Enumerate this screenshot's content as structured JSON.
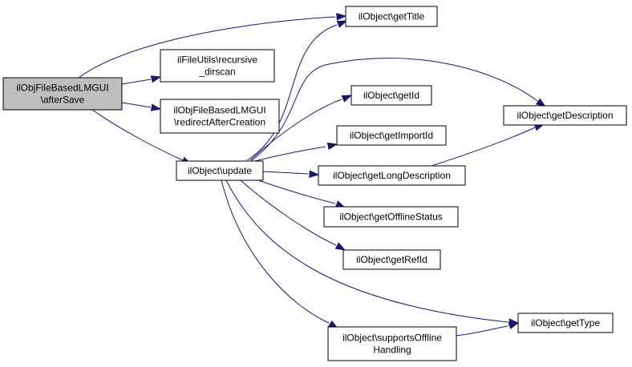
{
  "colors": {
    "node_fill": "#ffffff",
    "root_fill": "#bfbfbf",
    "edge": "#191970",
    "border": "#000000"
  },
  "nodes": [
    {
      "id": "root",
      "lines": [
        "ilObjFileBasedLMGUI",
        "\\afterSave"
      ],
      "highlighted": true
    },
    {
      "id": "recursive_dirscan",
      "lines": [
        "ilFileUtils\\recursive",
        "_dirscan"
      ]
    },
    {
      "id": "redirect",
      "lines": [
        "ilObjFileBasedLMGUI",
        "\\redirectAfterCreation"
      ]
    },
    {
      "id": "update",
      "lines": [
        "ilObject\\update"
      ]
    },
    {
      "id": "getTitle",
      "lines": [
        "ilObject\\getTitle"
      ]
    },
    {
      "id": "getId",
      "lines": [
        "ilObject\\getId"
      ]
    },
    {
      "id": "getImportId",
      "lines": [
        "ilObject\\getImportId"
      ]
    },
    {
      "id": "getLongDescription",
      "lines": [
        "ilObject\\getLongDescription"
      ]
    },
    {
      "id": "getOfflineStatus",
      "lines": [
        "ilObject\\getOfflineStatus"
      ]
    },
    {
      "id": "getRefId",
      "lines": [
        "ilObject\\getRefId"
      ]
    },
    {
      "id": "supportsOffline",
      "lines": [
        "ilObject\\supportsOffline",
        "Handling"
      ]
    },
    {
      "id": "getDescription",
      "lines": [
        "ilObject\\getDescription"
      ]
    },
    {
      "id": "getType",
      "lines": [
        "ilObject\\getType"
      ]
    }
  ],
  "edges": [
    {
      "from": "root",
      "to": "getTitle"
    },
    {
      "from": "root",
      "to": "recursive_dirscan"
    },
    {
      "from": "root",
      "to": "redirect"
    },
    {
      "from": "root",
      "to": "update"
    },
    {
      "from": "update",
      "to": "getTitle"
    },
    {
      "from": "update",
      "to": "getDescription"
    },
    {
      "from": "update",
      "to": "getId"
    },
    {
      "from": "update",
      "to": "getImportId"
    },
    {
      "from": "update",
      "to": "getLongDescription"
    },
    {
      "from": "update",
      "to": "getOfflineStatus"
    },
    {
      "from": "update",
      "to": "getRefId"
    },
    {
      "from": "update",
      "to": "getType"
    },
    {
      "from": "update",
      "to": "supportsOffline"
    },
    {
      "from": "getLongDescription",
      "to": "getDescription"
    },
    {
      "from": "supportsOffline",
      "to": "getType"
    }
  ]
}
